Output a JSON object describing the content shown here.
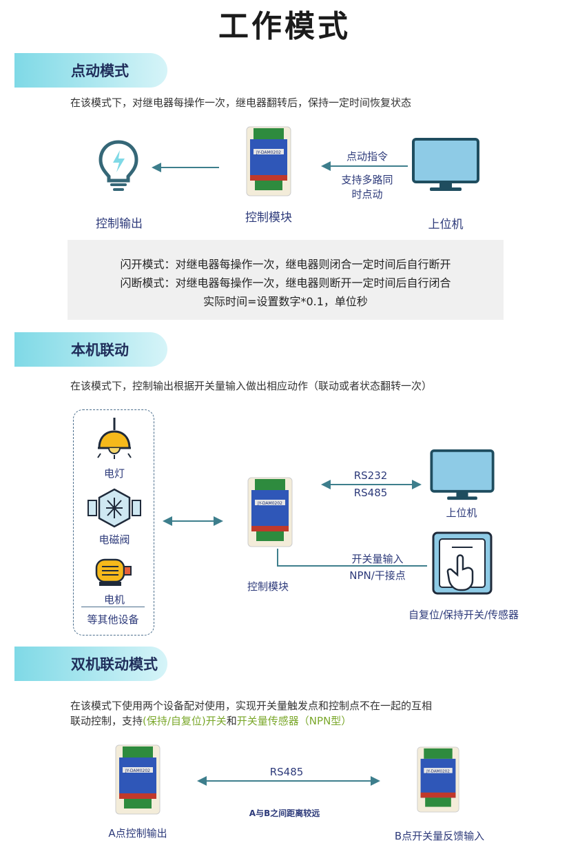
{
  "title": "工作模式",
  "section1": {
    "heading": "点动模式",
    "desc": "在该模式下，对继电器每操作一次，继电器翻转后，保持一定时间恢复状态",
    "output_label": "控制输出",
    "module_label": "控制模块",
    "host_label": "上位机",
    "cmd_line1": "点动指令",
    "cmd_line2": "支持多路同",
    "cmd_line3": "时点动",
    "note1": "闪开模式：对继电器每操作一次，继电器则闭合一定时间后自行断开",
    "note2": "闪断模式：对继电器每操作一次，继电器则断开一定时间后自行闭合",
    "note3": "实际时间=设置数字*0.1，单位秒"
  },
  "section2": {
    "heading": "本机联动",
    "desc": "在该模式下，控制输出根据开关量输入做出相应动作（联动或者状态翻转一次）",
    "devices": [
      "电灯",
      "电磁阀",
      "电机",
      "等其他设备"
    ],
    "rs232": "RS232",
    "rs485": "RS485",
    "host_label": "上位机",
    "input_line1": "开关量输入",
    "input_line2": "NPN/干接点",
    "module_label": "控制模块",
    "switch_label": "自复位/保持开关/传感器"
  },
  "section3": {
    "heading": "双机联动模式",
    "desc_line1": "在该模式下使用两个设备配对使用，实现开关量触发点和控制点不在一起的互相",
    "desc_line2_a": "联动控制，支持",
    "desc_line2_b": "(保持/自复位)开关",
    "desc_line2_c": "和",
    "desc_line2_d": "开关量传感器（NPN型）",
    "rs485": "RS485",
    "distance": "A与B之间距离较远",
    "a_label": "A点控制输出",
    "b_label": "B点开关量反馈输入"
  },
  "module_text": "JY-DAM0202",
  "colors": {
    "accent": "#3d7e8c",
    "heading_bg": "#7fd9e6",
    "green": "#7aa72a",
    "text": "#2d3a7a"
  }
}
